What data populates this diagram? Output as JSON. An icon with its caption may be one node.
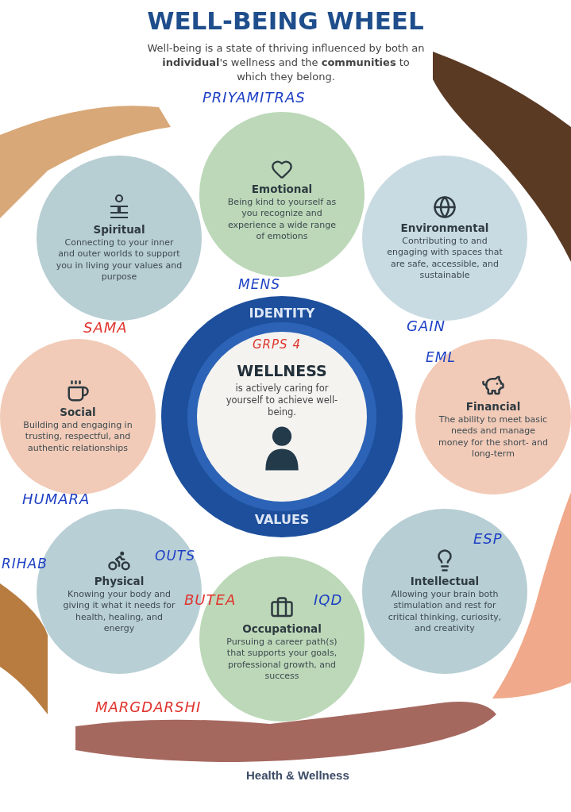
{
  "diagram": {
    "title": "WELL-BEING WHEEL",
    "nodes": [
      {
        "text": [
          "Emotional",
          "Being kind to yourself as you recognize and experience a wide range of emotions"
        ]
      },
      {
        "text": [
          "Spiritual",
          "Connecting to your inner and outer worlds to support you in living your values and purpose"
        ]
      },
      {
        "text": [
          "Environmental",
          "Contributing to and engaging with spaces that are safe, accessible, and sustainable"
        ]
      },
      {
        "text": [
          "IDENTITY",
          "VALUES"
        ]
      },
      {
        "text": [
          "WELLNESS",
          "is actively caring for yourself to achieve well-being."
        ],
        "in": 3
      },
      {
        "text": [
          "Social",
          "Building and engaging in trusting, respectful, and authentic relationships"
        ]
      },
      {
        "text": [
          "Financial",
          "The ability to meet basic needs and manage money for the short- and long-term"
        ]
      },
      {
        "text": [
          "Physical",
          "Knowing your body and giving it what it needs for health, healing, and energy"
        ]
      },
      {
        "text": [
          "Intellectual",
          "Allowing your brain both stimulation and rest for critical thinking, curiosity, and creativity"
        ]
      },
      {
        "text": [
          "Occupational",
          "Pursuing a career path(s) that supports your goals, professional growth, and success"
        ]
      }
    ],
    "labels": [
      "Well-being is a state of thriving influenced by both an **individual**'s wellness and the **communities** to which they belong.",
      "PRIYAMITRAS",
      "MENS",
      "SAMA",
      "GAIN",
      "GRPS 4",
      "EML",
      "HUMARA",
      "RIHAB",
      "OUTS",
      "ESP",
      "BUTEA",
      "IQD",
      "MARGDARSHI",
      "Health & Wellness"
    ]
  }
}
